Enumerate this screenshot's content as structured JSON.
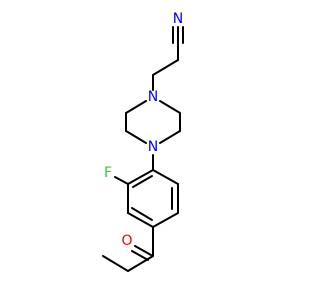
{
  "atoms": {
    "n_nitrile": {
      "symbol": "N",
      "color": "#0000ff"
    },
    "n_piperazine_top": {
      "symbol": "N",
      "color": "#0000ff"
    },
    "n_piperazine_bottom": {
      "symbol": "N",
      "color": "#0000ff"
    },
    "f": {
      "symbol": "F",
      "color": "#33cc33"
    },
    "o": {
      "symbol": "O",
      "color": "#ff0000"
    }
  },
  "colors": {
    "bond": "#000000",
    "background": "#ffffff"
  }
}
